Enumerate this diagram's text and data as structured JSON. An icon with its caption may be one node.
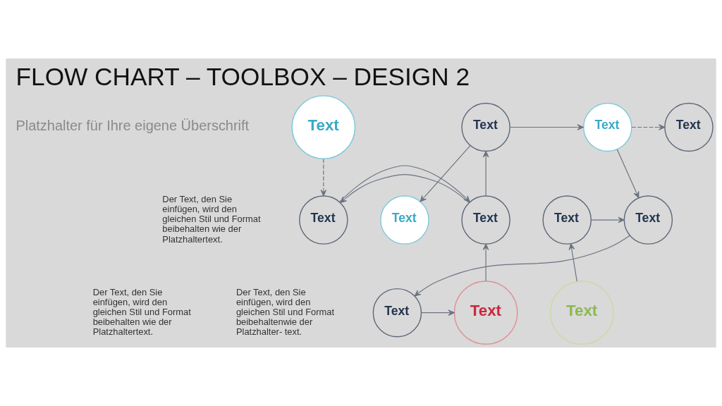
{
  "diagram": {
    "title": "FLOW CHART – TOOLBOX – DESIGN 2",
    "nodes": [
      {
        "text": [
          "Text"
        ]
      },
      {
        "text": [
          "Text"
        ]
      },
      {
        "text": [
          "Text"
        ]
      },
      {
        "text": [
          "Text"
        ]
      },
      {
        "text": [
          "Text"
        ]
      },
      {
        "text": [
          "Text"
        ]
      },
      {
        "text": [
          "Text"
        ]
      },
      {
        "text": [
          "Text"
        ]
      },
      {
        "text": [
          "Text"
        ]
      },
      {
        "text": [
          "Text"
        ]
      },
      {
        "text": [
          "Text"
        ]
      },
      {
        "text": [
          "Text"
        ]
      }
    ],
    "edges": [
      {
        "from": 0,
        "to": 4,
        "arrow": "to",
        "style": "dashed"
      },
      {
        "from": 5,
        "to": 4,
        "arrow": "to"
      },
      {
        "from": 4,
        "to": 5,
        "arrow": "to"
      },
      {
        "from": 5,
        "to": 1,
        "arrow": "to"
      },
      {
        "from": 1,
        "to": 2,
        "arrow": "to"
      },
      {
        "from": 1,
        "to": 6,
        "arrow": "to"
      },
      {
        "from": 2,
        "to": 3,
        "arrow": "to",
        "style": "dashed"
      },
      {
        "from": 2,
        "to": 7,
        "arrow": "to"
      },
      {
        "from": 8,
        "to": 7,
        "arrow": "to"
      },
      {
        "from": 11,
        "to": 8,
        "arrow": "to"
      },
      {
        "from": 7,
        "to": 10,
        "arrow": "to"
      },
      {
        "from": 10,
        "to": 9,
        "arrow": "to"
      },
      {
        "from": 9,
        "to": 5,
        "arrow": "to"
      }
    ],
    "labels": [
      "Platzhalter für Ihre eigene Überschrift",
      "Der Text, den Sie einfügen, wird den gleichen Stil und Format beibehalten wie der Platzhaltertext.",
      "Der Text, den Sie einfügen, wird den gleichen Stil und Format beibehalten wie der Platzhaltertext.",
      "Der Text, den Sie einfügen, wird den gleichen Stil und Format beibehaltenwie der Platzhalter- text."
    ]
  }
}
